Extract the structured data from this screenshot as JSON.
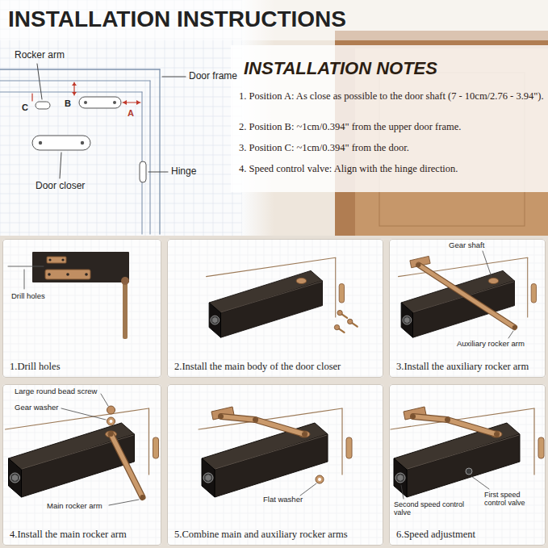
{
  "diagram": {
    "title": "INSTALLATION INSTRUCTIONS",
    "nodes": [
      {
        "text": [
          "1.Drill holes"
        ]
      },
      {
        "text": [
          "2.Install the main body of the door closer"
        ]
      },
      {
        "text": [
          "3.Install the auxiliary rocker arm"
        ]
      },
      {
        "text": [
          "4.Install the main rocker arm"
        ]
      },
      {
        "text": [
          "5.Combine main and auxiliary rocker arms"
        ]
      },
      {
        "text": [
          "6.Speed adjustment"
        ]
      }
    ],
    "labels": [
      "Rocker arm",
      "Door frame",
      "C",
      "B",
      "A",
      "Door closer",
      "Hinge",
      "INSTALLATION NOTES",
      "1. Position A: As close as possible to the door shaft (7 - 10cm/2.76 - 3.94\").",
      "2. Position B: ~1cm/0.394\" from the upper door frame.",
      "3. Position C: ~1cm/0.394\" from the door.",
      "4. Speed control valve: Align with the hinge direction.",
      "Drill holes",
      "Gear shaft",
      "Auxiliary rocker arm",
      "Large round bead screw",
      "Gear washer",
      "Main rocker arm",
      "Flat washer",
      "Second speed control valve",
      "First speed control valve"
    ]
  }
}
